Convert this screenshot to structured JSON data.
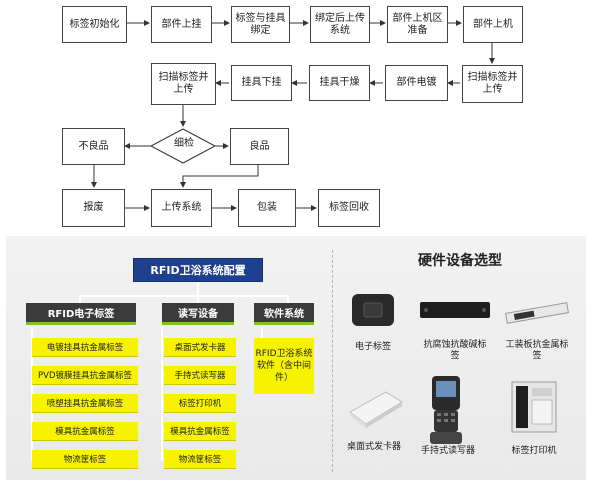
{
  "flow": {
    "r1": [
      "标签初始化",
      "部件上挂",
      "标签与挂具绑定",
      "绑定后上传系统",
      "部件上机区准备",
      "部件上机"
    ],
    "r2": [
      "扫描标签并上传",
      "挂具下挂",
      "挂具干燥",
      "部件电镀",
      "扫描标签并上传"
    ],
    "r3": {
      "bad": "不良品",
      "inspect": "细检",
      "good": "良品"
    },
    "r4": [
      "报废",
      "上传系统",
      "包装",
      "标签回收"
    ]
  },
  "config": {
    "title": "RFID卫浴系统配置",
    "columns": [
      {
        "label": "RFID电子标签",
        "items": [
          "电镀挂具抗金属标签",
          "PVD镀膜挂具抗金属标签",
          "喷塑挂具抗金属标签",
          "模具抗金属标签",
          "物流筐标签"
        ]
      },
      {
        "label": "读写设备",
        "items": [
          "桌面式发卡器",
          "手持式读写器",
          "标签打印机",
          "模具抗金属标签",
          "物流筐标签"
        ]
      },
      {
        "label": "软件系统",
        "items": [
          "RFID卫浴系统软件（含中间件）"
        ]
      }
    ]
  },
  "hardware": {
    "title": "硬件设备选型",
    "items": [
      {
        "label": "电子标签",
        "icon": "rfid-tag-icon"
      },
      {
        "label": "抗腐蚀抗酸碱标签",
        "icon": "anti-corrosion-tag-icon"
      },
      {
        "label": "工装板抗金属标签",
        "icon": "pallet-tag-icon"
      },
      {
        "label": "桌面式发卡器",
        "icon": "desktop-card-issuer-icon"
      },
      {
        "label": "手持式读写器",
        "icon": "handheld-reader-icon"
      },
      {
        "label": "标签打印机",
        "icon": "label-printer-icon"
      }
    ]
  },
  "colors": {
    "navy": "#1f3f8f",
    "yellow": "#f7f300",
    "dark": "#3b3b3b",
    "green": "#7fc31c"
  }
}
